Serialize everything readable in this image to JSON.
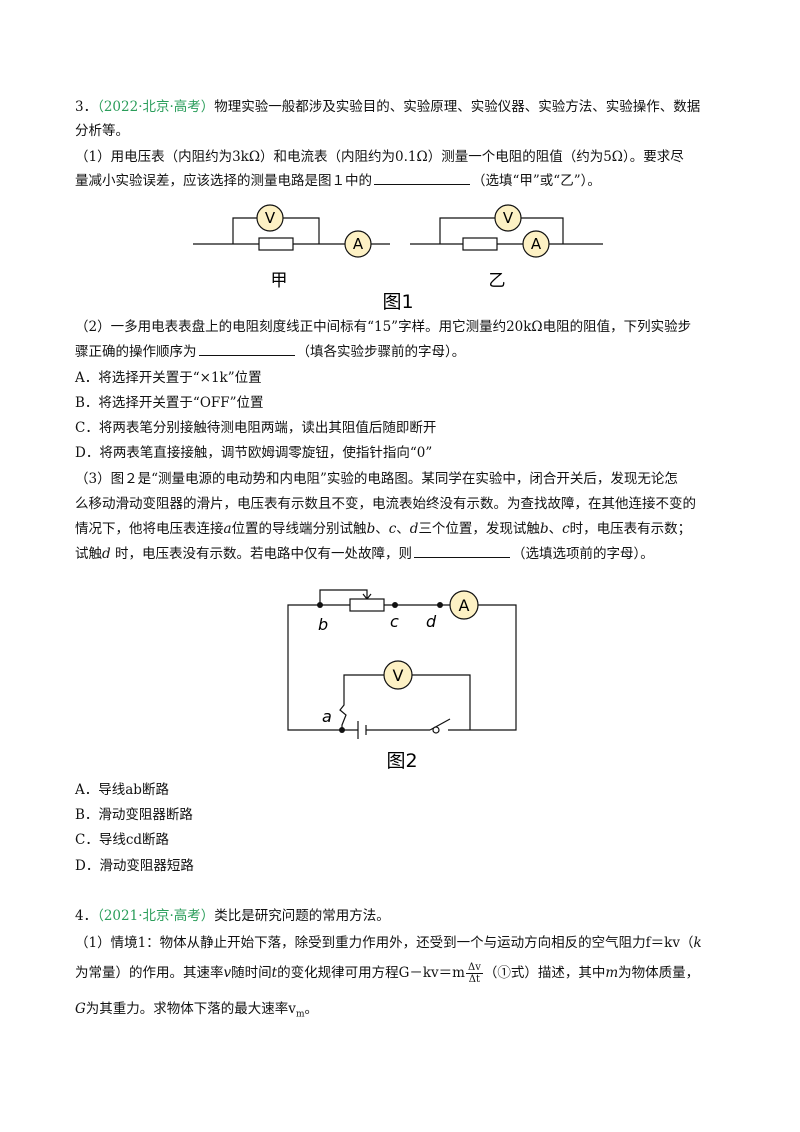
{
  "q3": {
    "number": "3．",
    "source": "（2022·北京·高考）",
    "intro1": "物理实验一般都涉及实验目的、实验原理、实验仪器、实验方法、实验操作、数据",
    "intro2": "分析等。",
    "p1_line1": "（1）用电压表（内阻约为3kΩ）和电流表（内阻约为0.1Ω）测量一个电阻的阻值（约为5Ω）。要求尽",
    "p1_line2a": "量减小实验误差，应该选择的测量电路是图１中的",
    "p1_line2b": "（选填“甲”或“乙”）。",
    "fig1": {
      "meter_v": "V",
      "meter_a": "A",
      "left_label": "甲",
      "right_label": "乙",
      "caption": "图1"
    },
    "p2_line1": "（2）一多用电表表盘上的电阻刻度线正中间标有“15”字样。用它测量约20kΩ电阻的阻值，下列实验步",
    "p2_line2a": "骤正确的操作顺序为",
    "p2_line2b": "（填各实验步骤前的字母）。",
    "p2_options": [
      "A．将选择开关置于“×1k”位置",
      "B．将选择开关置于“OFF”位置",
      "C．将两表笔分别接触待测电阻两端，读出其阻值后随即断开",
      "D．将两表笔直接接触，调节欧姆调零旋钮，使指针指向“0”"
    ],
    "p3_line1": "（3）图２是“测量电源的电动势和内电阻”实验的电路图。某同学在实验中，闭合开关后，发现无论怎",
    "p3_line2": "么移动滑动变阻器的滑片，电压表有示数且不变，电流表始终没有示数。为查找故障，在其他连接不变的",
    "p3_line3a": "情况下，他将电压表连接",
    "p3_line3_a": "a",
    "p3_line3b": "位置的导线端分别试触",
    "p3_line3_b": "b",
    "p3_line3c": "、",
    "p3_line3_c": "c",
    "p3_line3d": "、",
    "p3_line3_d": "d",
    "p3_line3e": "三个位置，发现试触",
    "p3_line3_b2": "b",
    "p3_line3f": "、",
    "p3_line3_c2": "c",
    "p3_line3g": "时，电压表有示数；",
    "p3_line4a": "试触",
    "p3_line4_d": "d",
    "p3_line4b": " 时，电压表没有示数。若电路中仅有一处故障，则",
    "p3_line4c": "（选填选项前的字母）。",
    "fig2": {
      "meter_a": "A",
      "meter_v": "V",
      "label_a": "a",
      "label_b": "b",
      "label_c": "c",
      "label_d": "d",
      "caption": "图2"
    },
    "p3_options": [
      "A．导线ab断路",
      "B．滑动变阻器断路",
      "C．导线cd断路",
      "D．滑动变阻器短路"
    ]
  },
  "q4": {
    "number": "4．",
    "source": "（2021·北京·高考）",
    "intro": "类比是研究问题的常用方法。",
    "l1": "（1）情境1：物体从静止开始下落，除受到重力作用外，还受到一个与运动方向相反的空气阻力f＝kv（",
    "l1_k": "k",
    "l2a": "为常量）的作用。其速率",
    "l2_v": "v",
    "l2b": "随时间",
    "l2_t": "t",
    "l2c": "的变化规律可用方程G－kv＝m",
    "frac_num": "Δv",
    "frac_den": "Δt",
    "l2d": "（①式）描述，其中",
    "l2_m": "m",
    "l2e": "为物体质量，",
    "l3_G": "G",
    "l3a": "为其重力。求物体下落的最大速率v",
    "l3_sub": "m",
    "l3b": "。"
  }
}
